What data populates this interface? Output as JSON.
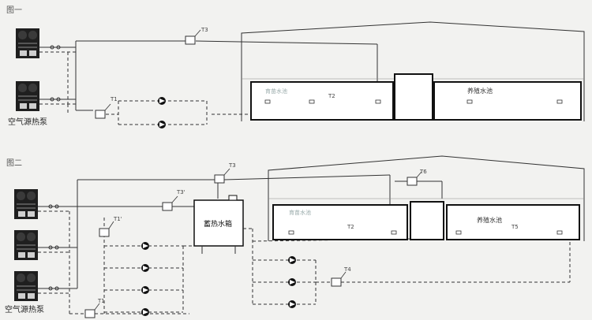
{
  "figure1": {
    "title": "图一",
    "tags": {
      "t1": "T1",
      "t2": "T2",
      "t3": "T3"
    },
    "pool_left": "育苗水池",
    "pool_right": "养殖水池",
    "heat_pump_label": "空气源热泵"
  },
  "figure2": {
    "title": "图二",
    "tags": {
      "t1": "T1",
      "t1b": "T1'",
      "t2": "T2",
      "t3": "T3",
      "t3b": "T3'",
      "t4": "T4",
      "t5": "T5",
      "t6": "T6"
    },
    "pool_left": "育苗水池",
    "pool_right": "养殖水池",
    "tank_label": "蓄热水箱",
    "heat_pump_label": "空气源热泵"
  }
}
